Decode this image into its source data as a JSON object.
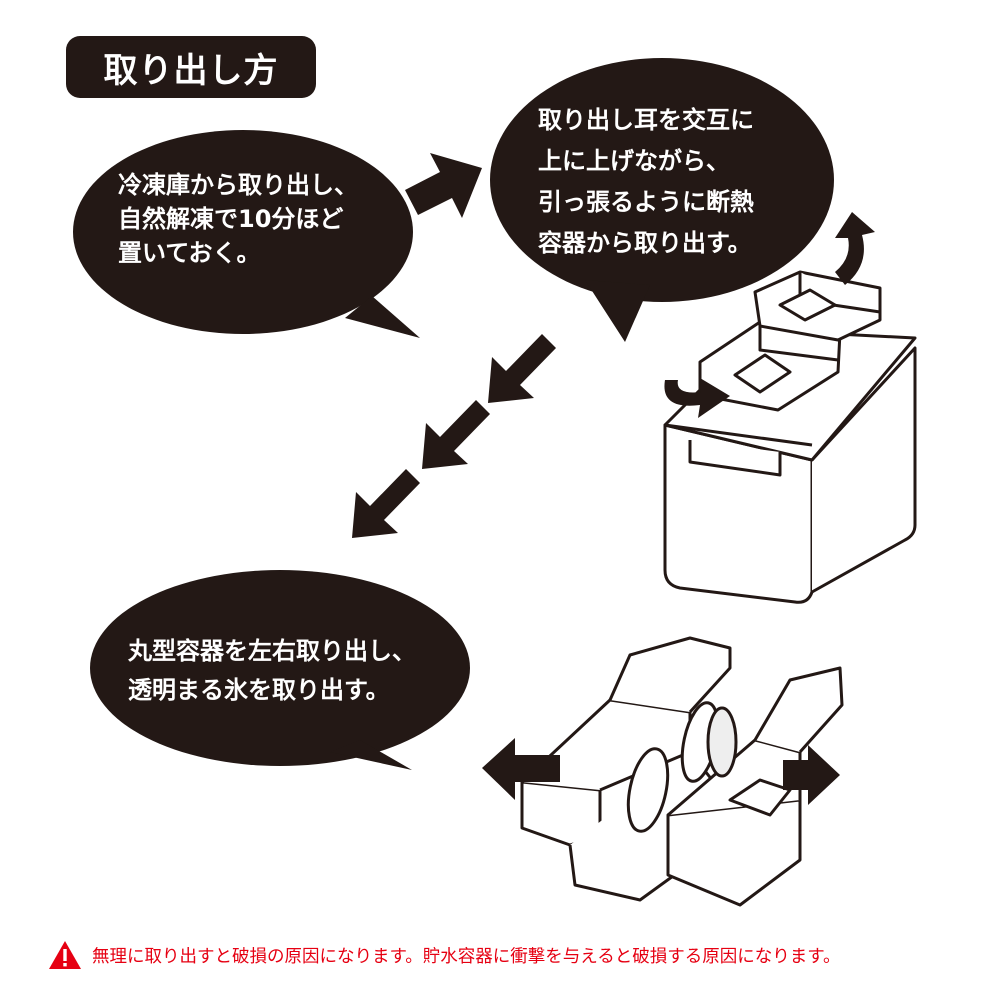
{
  "title": "取り出し方",
  "steps": [
    {
      "text": "冷凍庫から取り出し、\n自然解凍で10分ほど\n置いておく。"
    },
    {
      "text": "取り出し耳を交互に\n上に上げながら、\n引っ張るように断熱\n容器から取り出す。"
    },
    {
      "text": "丸型容器を左右取り出し、\n透明まる氷を取り出す。"
    }
  ],
  "warning": {
    "icon": "warning-triangle-icon",
    "text": "無理に取り出すと破損の原因になります。貯水容器に衝撃を与えると破損する原因になります。"
  },
  "colors": {
    "bubble": "#231815",
    "warning": "#e60012",
    "line": "#231815"
  }
}
